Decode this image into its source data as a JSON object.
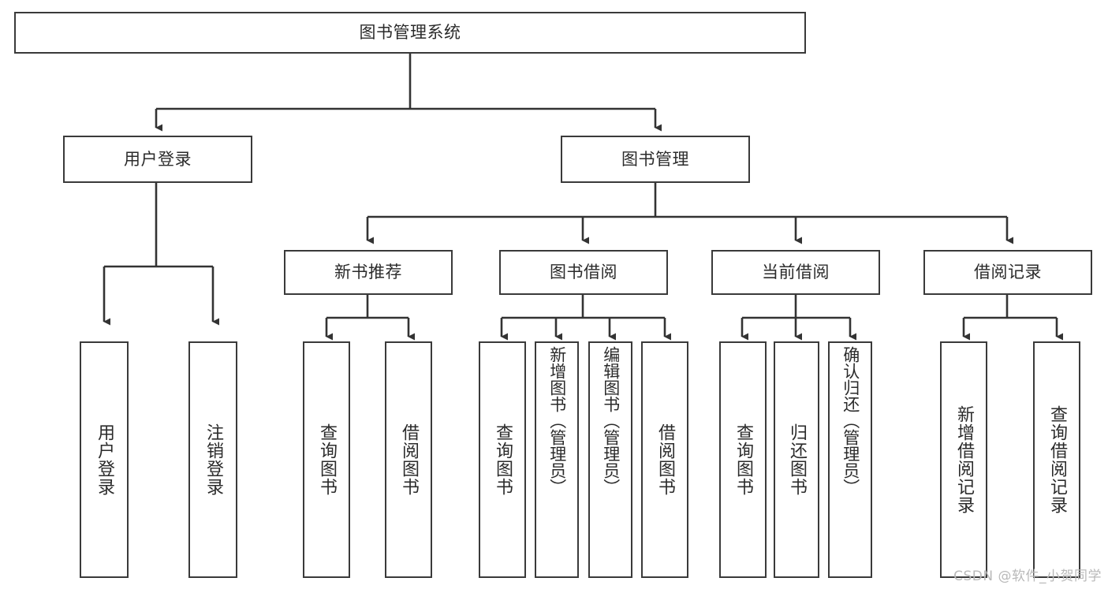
{
  "diagram": {
    "title": "图书管理系统",
    "type": "tree-hierarchy-chart",
    "orientation": "top-down",
    "colors": {
      "box_border": "#3a3a3a",
      "box_fill": "#ffffff",
      "text": "#2b2b2b",
      "edge": "#333333",
      "watermark": "#b9b9b9",
      "background": "#ffffff"
    }
  },
  "nodes": {
    "root": {
      "label": "图书管理系统",
      "level": 1
    },
    "level2": [
      {
        "id": "user-login",
        "label": "用户登录",
        "level": 2
      },
      {
        "id": "book-management",
        "label": "图书管理",
        "level": 2
      }
    ],
    "level3": [
      {
        "id": "new-book-recommend",
        "label": "新书推荐",
        "level": 3,
        "parent": "book-management"
      },
      {
        "id": "book-borrow",
        "label": "图书借阅",
        "level": 3,
        "parent": "book-management"
      },
      {
        "id": "current-borrow",
        "label": "当前借阅",
        "level": 3,
        "parent": "book-management"
      },
      {
        "id": "borrow-record",
        "label": "借阅记录",
        "level": 3,
        "parent": "book-management"
      }
    ],
    "leaves": [
      {
        "id": "leaf-user-login",
        "label": "用户登录",
        "parent": "user-login"
      },
      {
        "id": "leaf-logout",
        "label": "注销登录",
        "parent": "user-login"
      },
      {
        "id": "leaf-query-book-1",
        "label": "查询图书",
        "parent": "new-book-recommend"
      },
      {
        "id": "leaf-borrow-book-1",
        "label": "借阅图书",
        "parent": "new-book-recommend"
      },
      {
        "id": "leaf-query-book-2",
        "label": "查询图书",
        "parent": "book-borrow"
      },
      {
        "id": "leaf-add-book",
        "label": "新增图书（管理员）",
        "parent": "book-borrow"
      },
      {
        "id": "leaf-edit-book",
        "label": "编辑图书（管理员）",
        "parent": "book-borrow"
      },
      {
        "id": "leaf-borrow-book-2",
        "label": "借阅图书",
        "parent": "book-borrow"
      },
      {
        "id": "leaf-query-book-3",
        "label": "查询图书",
        "parent": "current-borrow"
      },
      {
        "id": "leaf-return-book",
        "label": "归还图书",
        "parent": "current-borrow"
      },
      {
        "id": "leaf-confirm-return",
        "label": "确认归还（管理员）",
        "parent": "current-borrow"
      },
      {
        "id": "leaf-add-record",
        "label": "新增借阅记录",
        "parent": "borrow-record"
      },
      {
        "id": "leaf-query-record",
        "label": "查询借阅记录",
        "parent": "borrow-record"
      }
    ]
  },
  "watermark": {
    "text": "CSDN @软件_小贺同学"
  }
}
